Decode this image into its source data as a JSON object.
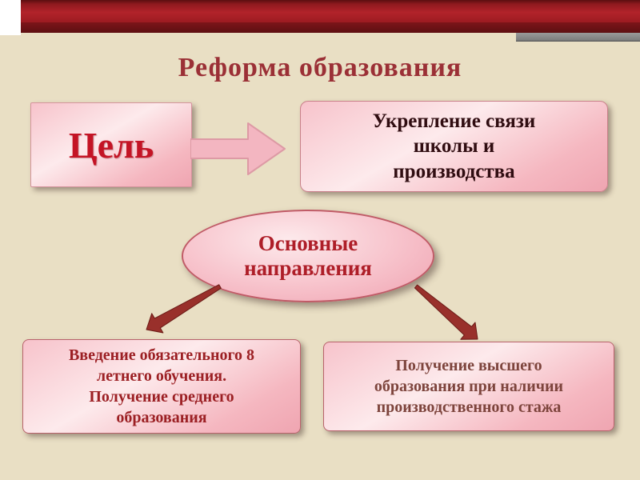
{
  "slide": {
    "title": "Реформа образования",
    "goal": {
      "label": "Цель"
    },
    "goal_result": {
      "text": "Укрепление связи\nшколы и\nпроизводства"
    },
    "directions": {
      "label": "Основные\nнаправления"
    },
    "direction_left": {
      "text": "Введение обязательного 8\nлетнего обучения.\nПолучение среднего\nобразования"
    },
    "direction_right": {
      "text": "Получение высшего\nобразования при наличии\nпроизводственного стажа"
    }
  },
  "colors": {
    "background": "#e9dfc4",
    "header_red": "#b2232a",
    "header_dark_stripe": "#5e0f12",
    "header_gray": "#8e8e8e",
    "title_text": "#9b3036",
    "goal_text": "#c41425",
    "dark_text": "#300d11",
    "red_text": "#9c2024",
    "brown_text": "#7d443c",
    "box_pink": "#f5b7c0",
    "box_border": "#c9808a",
    "block_arrow_fill": "#f3b6c1",
    "block_arrow_stroke": "#dd9aa5",
    "diagonal_arrow_fill": "#99302b",
    "diagonal_arrow_stroke": "#6b1a16"
  }
}
